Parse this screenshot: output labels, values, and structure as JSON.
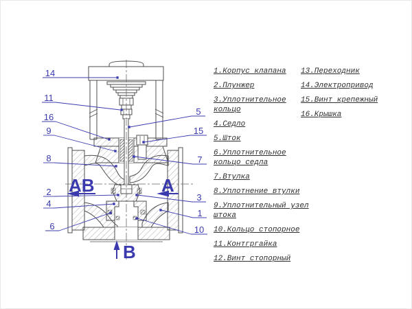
{
  "colors": {
    "callout_blue": "#3a3aae",
    "drawing_line": "#4d4d4d",
    "legend_text": "#2f2f2f"
  },
  "diagram": {
    "callouts": {
      "n1": "1",
      "n2": "2",
      "n3": "3",
      "n4": "4",
      "n5": "5",
      "n6": "6",
      "n7": "7",
      "n8": "8",
      "n9": "9",
      "n10": "10",
      "n11": "11",
      "n14": "14",
      "n15": "15",
      "n16": "16"
    },
    "flow": {
      "ab": "AB",
      "a": "A",
      "b": "B"
    }
  },
  "legend": {
    "col1": [
      "1.Корпус клапана",
      "2.Плунжер",
      "3.Уплотнительное кольцо",
      "4.Седло",
      "5.Шток",
      "6.Уплотнительное кольцо седла",
      "7.Втулка",
      "8.Уплотнение втулки",
      "9.Уплотнительный узел штока",
      "10.Кольцо стопорное",
      "11.Контгргайка",
      "12.Винт стопорный"
    ],
    "col2": [
      "13.Переходник",
      "14.Электропривод",
      "15.Винт крепежный",
      "16.Крышка"
    ]
  }
}
